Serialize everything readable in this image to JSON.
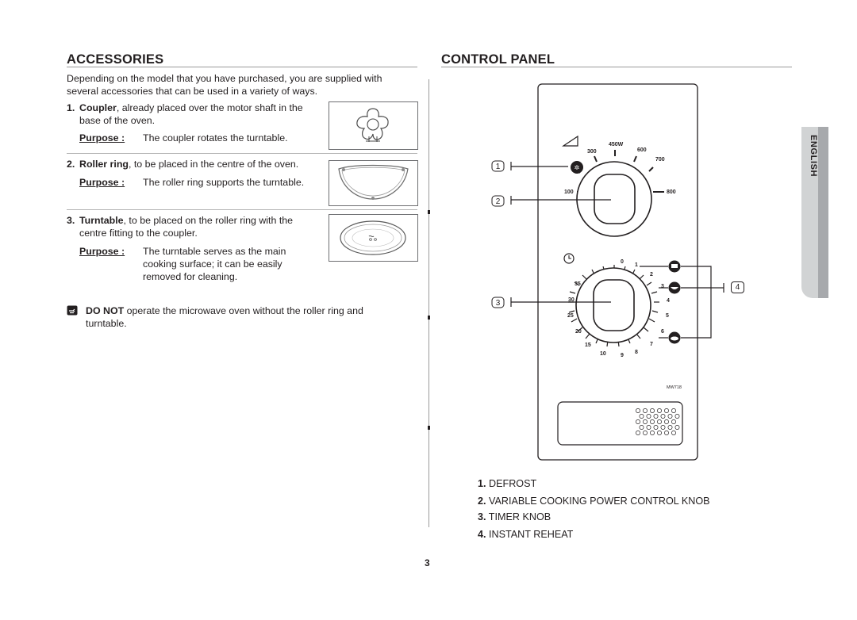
{
  "accessories": {
    "heading": "ACCESSORIES",
    "intro": "Depending on the model that you have purchased, you are supplied with several accessories that can be used in a variety of ways.",
    "items": [
      {
        "num": "1.",
        "name": "Coupler",
        "desc_line1": ", already placed over the motor shaft in the",
        "desc_line2": "base of the oven.",
        "purpose_label": "Purpose :",
        "purpose_lines": [
          "The coupler rotates the turntable."
        ]
      },
      {
        "num": "2.",
        "name": "Roller ring",
        "desc_line1": ", to be placed in the centre of the oven.",
        "desc_line2": "",
        "purpose_label": "Purpose :",
        "purpose_lines": [
          "The roller ring supports the turntable."
        ]
      },
      {
        "num": "3.",
        "name": "Turntable",
        "desc_line1": ", to be placed on the roller ring with the",
        "desc_line2": "centre fitting to the coupler.",
        "purpose_label": "Purpose :",
        "purpose_lines": [
          "The turntable serves as the main",
          "cooking surface; it can be easily",
          "removed for cleaning."
        ]
      }
    ],
    "note_bold": "DO NOT",
    "note_line1": " operate the microwave oven without the roller ring and",
    "note_line2": "turntable."
  },
  "control_panel": {
    "heading": "CONTROL PANEL",
    "callouts": [
      "1",
      "2",
      "3",
      "4"
    ],
    "power_labels": [
      "450W",
      "300",
      "600",
      "700",
      "100",
      "800"
    ],
    "timer_labels": [
      "0",
      "1",
      "2",
      "3",
      "4",
      "5",
      "6",
      "7",
      "8",
      "9",
      "10",
      "15",
      "20",
      "25",
      "30",
      "35"
    ],
    "model_code": "MW718",
    "list": [
      {
        "num": "1.",
        "label": "DEFROST"
      },
      {
        "num": "2.",
        "label": "VARIABLE COOKING POWER CONTROL KNOB"
      },
      {
        "num": "3.",
        "label": "TIMER KNOB"
      },
      {
        "num": "4.",
        "label": "INSTANT REHEAT"
      }
    ]
  },
  "language_tab": "ENGLISH",
  "page_number": "3"
}
